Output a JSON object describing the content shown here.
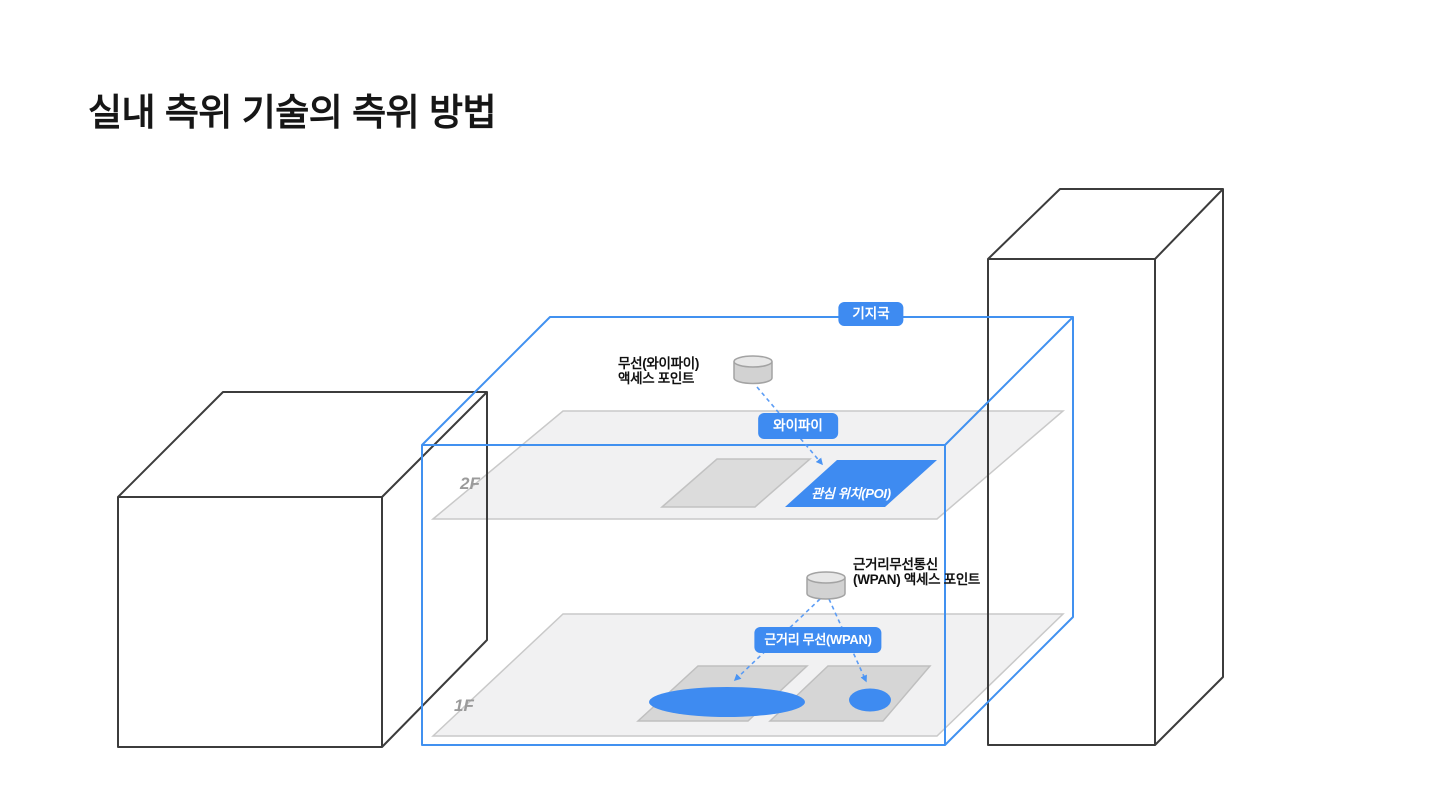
{
  "title": "실내 측위 기술의 측위 방법",
  "colors": {
    "accent_blue": "#3e8bf1",
    "box_outline_blue": "#4191f0",
    "dashed_line_blue": "#5b9cf5",
    "building_outline": "#3c3c3c",
    "floor_fill": "#f1f1f2",
    "floor_stroke": "#c9c9c9",
    "room_area_fill": "#dcdcdc",
    "room_area_stroke": "#c2c2c2",
    "cylinder_body": "#d2d2d2",
    "cylinder_top": "#e7e7e7",
    "cylinder_stroke": "#a3a3a3",
    "floor_label_gray": "#9b9b9b",
    "title_color": "#161616"
  },
  "diagram": {
    "base_station_badge": "기지국",
    "wifi_badge": "와이파이",
    "wpan_badge": "근거리 무선(WPAN)",
    "wifi_ap_label": {
      "line1": "무선(와이파이)",
      "line2": "액세스 포인트"
    },
    "wpan_ap_label": {
      "line1": "근거리무선통신",
      "line2": "(WPAN) 액세스 포인트"
    },
    "poi_label": "관심 위치(POI)",
    "floors": {
      "second": "2F",
      "first": "1F"
    },
    "icons": {
      "wifi_access_point": "access-point-cylinder-icon",
      "wpan_access_point": "access-point-cylinder-icon"
    }
  }
}
